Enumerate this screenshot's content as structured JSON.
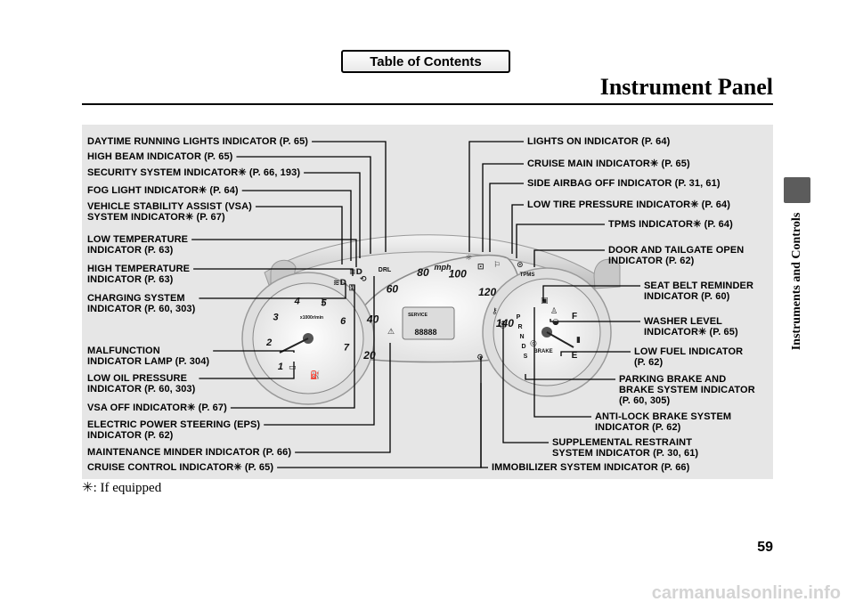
{
  "toc_button": "Table of Contents",
  "page_title": "Instrument Panel",
  "side_tab_label": "Instruments and Controls",
  "page_number": "59",
  "footnote": "✳: If equipped",
  "watermark": "carmanualsonline.info",
  "labels_left": [
    {
      "text": "DAYTIME RUNNING LIGHTS INDICATOR (P. 65)"
    },
    {
      "text": "HIGH BEAM INDICATOR (P. 65)"
    },
    {
      "text": "SECURITY SYSTEM INDICATOR✳ (P. 66, 193)"
    },
    {
      "text": "FOG LIGHT INDICATOR✳ (P. 64)"
    },
    {
      "text": "VEHICLE STABILITY ASSIST (VSA)\nSYSTEM INDICATOR✳ (P. 67)"
    },
    {
      "text": "LOW TEMPERATURE\nINDICATOR (P. 63)"
    },
    {
      "text": "HIGH TEMPERATURE\nINDICATOR (P. 63)"
    },
    {
      "text": "CHARGING SYSTEM\nINDICATOR (P. 60, 303)"
    },
    {
      "text": "MALFUNCTION\nINDICATOR LAMP (P. 304)"
    },
    {
      "text": "LOW OIL PRESSURE\nINDICATOR (P. 60, 303)"
    },
    {
      "text": "VSA OFF INDICATOR✳ (P. 67)"
    },
    {
      "text": "ELECTRIC POWER STEERING (EPS)\nINDICATOR (P. 62)"
    },
    {
      "text": "MAINTENANCE MINDER INDICATOR (P. 66)"
    },
    {
      "text": "CRUISE CONTROL INDICATOR✳ (P. 65)"
    }
  ],
  "labels_right": [
    {
      "text": "LIGHTS ON INDICATOR (P. 64)"
    },
    {
      "text": "CRUISE MAIN INDICATOR✳ (P. 65)"
    },
    {
      "text": "SIDE AIRBAG OFF INDICATOR (P. 31, 61)"
    },
    {
      "text": "LOW TIRE PRESSURE INDICATOR✳ (P. 64)"
    },
    {
      "text": "TPMS INDICATOR✳ (P. 64)"
    },
    {
      "text": "DOOR AND TAILGATE OPEN\nINDICATOR (P. 62)"
    },
    {
      "text": "SEAT BELT REMINDER\nINDICATOR (P. 60)"
    },
    {
      "text": "WASHER LEVEL\nINDICATOR✳ (P. 65)"
    },
    {
      "text": "LOW FUEL INDICATOR\n(P. 62)"
    },
    {
      "text": "PARKING BRAKE AND\nBRAKE SYSTEM INDICATOR\n(P. 60, 305)"
    },
    {
      "text": "ANTI-LOCK BRAKE SYSTEM\nINDICATOR (P. 62)"
    },
    {
      "text": "SUPPLEMENTAL RESTRAINT\nSYSTEM INDICATOR (P. 30, 61)"
    },
    {
      "text": "IMMOBILIZER SYSTEM INDICATOR (P. 66)"
    }
  ],
  "cluster": {
    "speed_unit": "mph",
    "speed_ticks": [
      "20",
      "40",
      "60",
      "80",
      "100",
      "120",
      "140"
    ],
    "tach_unit": "x1000r/min",
    "tach_ticks": [
      "1",
      "2",
      "3",
      "4",
      "5",
      "6",
      "7"
    ],
    "fuel_full": "F",
    "fuel_empty": "E",
    "gear_letters": [
      "P",
      "R",
      "N",
      "D",
      "S"
    ],
    "brake_text": "BRAKE",
    "drl_text": "DRL",
    "tpms_text": "TPMS",
    "display_service": "SERVICE",
    "display_odo": "88888"
  }
}
